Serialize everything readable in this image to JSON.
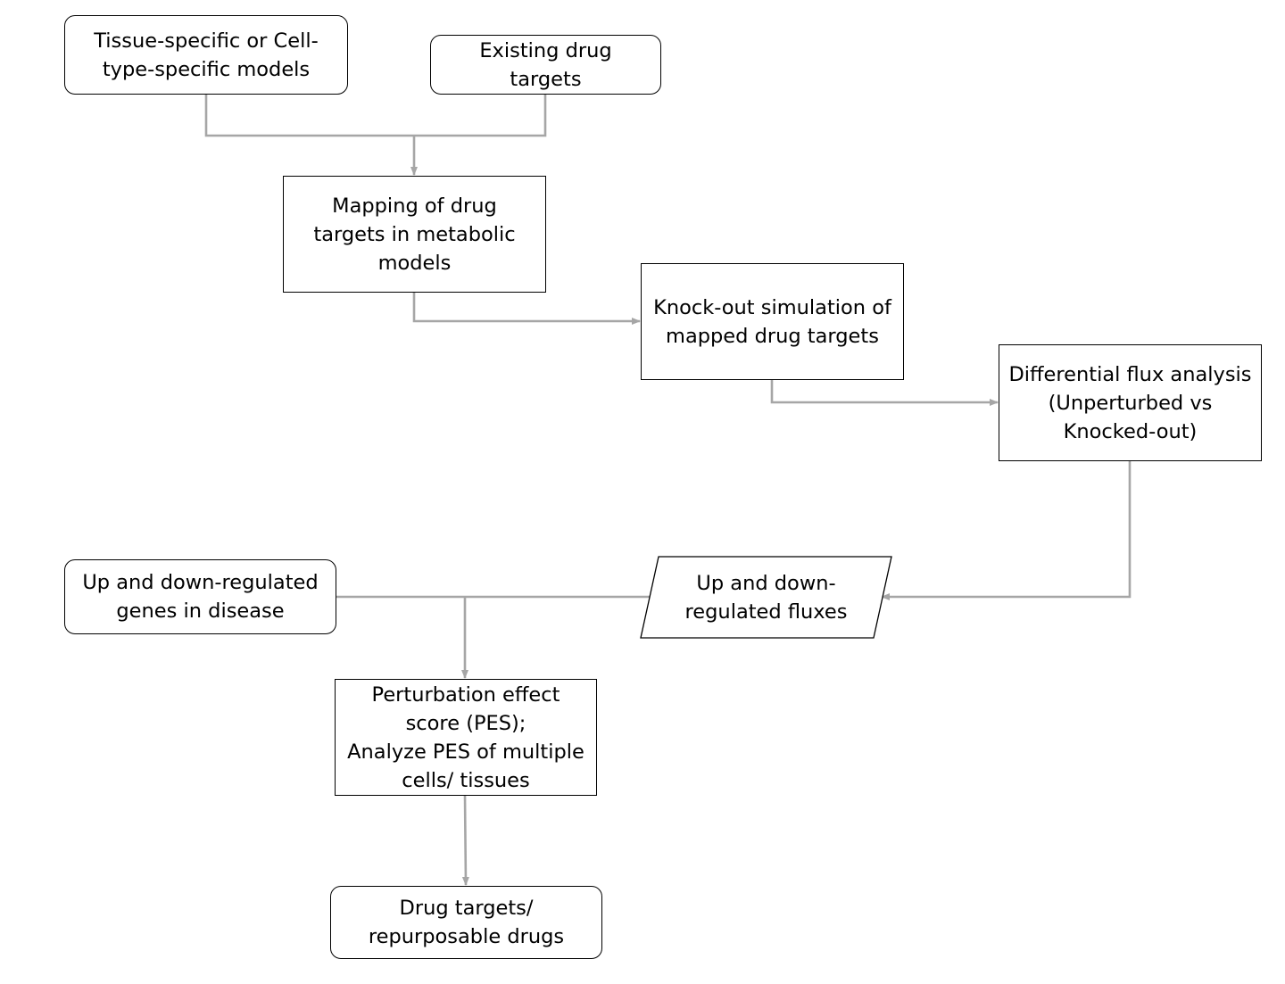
{
  "diagram": {
    "nodes": {
      "tissue_models": {
        "lines": [
          "Tissue-specific or Cell-",
          "type-specific models"
        ]
      },
      "existing_targets": {
        "lines": [
          "Existing drug",
          "targets"
        ]
      },
      "mapping": {
        "lines": [
          "Mapping of drug",
          "targets in metabolic",
          "models"
        ]
      },
      "knockout": {
        "lines": [
          "Knock-out simulation of",
          "mapped drug targets"
        ]
      },
      "differential_flux": {
        "lines": [
          "Differential flux analysis",
          "(Unperturbed vs",
          "Knocked-out)"
        ]
      },
      "regulated_genes": {
        "lines": [
          "Up and down-regulated",
          "genes in disease"
        ]
      },
      "regulated_fluxes": {
        "lines": [
          "Up and down-",
          "regulated fluxes"
        ]
      },
      "pes": {
        "lines": [
          "Perturbation effect",
          "score (PES);",
          "Analyze PES of multiple",
          "cells/ tissues"
        ]
      },
      "drug_targets": {
        "lines": [
          "Drug targets/",
          "repurposable drugs"
        ]
      }
    },
    "edges": [
      {
        "from": "tissue_models",
        "to": "mapping"
      },
      {
        "from": "existing_targets",
        "to": "mapping"
      },
      {
        "from": "mapping",
        "to": "knockout"
      },
      {
        "from": "knockout",
        "to": "differential_flux"
      },
      {
        "from": "differential_flux",
        "to": "regulated_fluxes"
      },
      {
        "from": "regulated_genes",
        "to": "pes"
      },
      {
        "from": "regulated_fluxes",
        "to": "pes"
      },
      {
        "from": "pes",
        "to": "drug_targets"
      }
    ],
    "colors": {
      "connector": "#a6a6a6",
      "border": "#000000",
      "text": "#000000",
      "background": "#ffffff"
    }
  }
}
